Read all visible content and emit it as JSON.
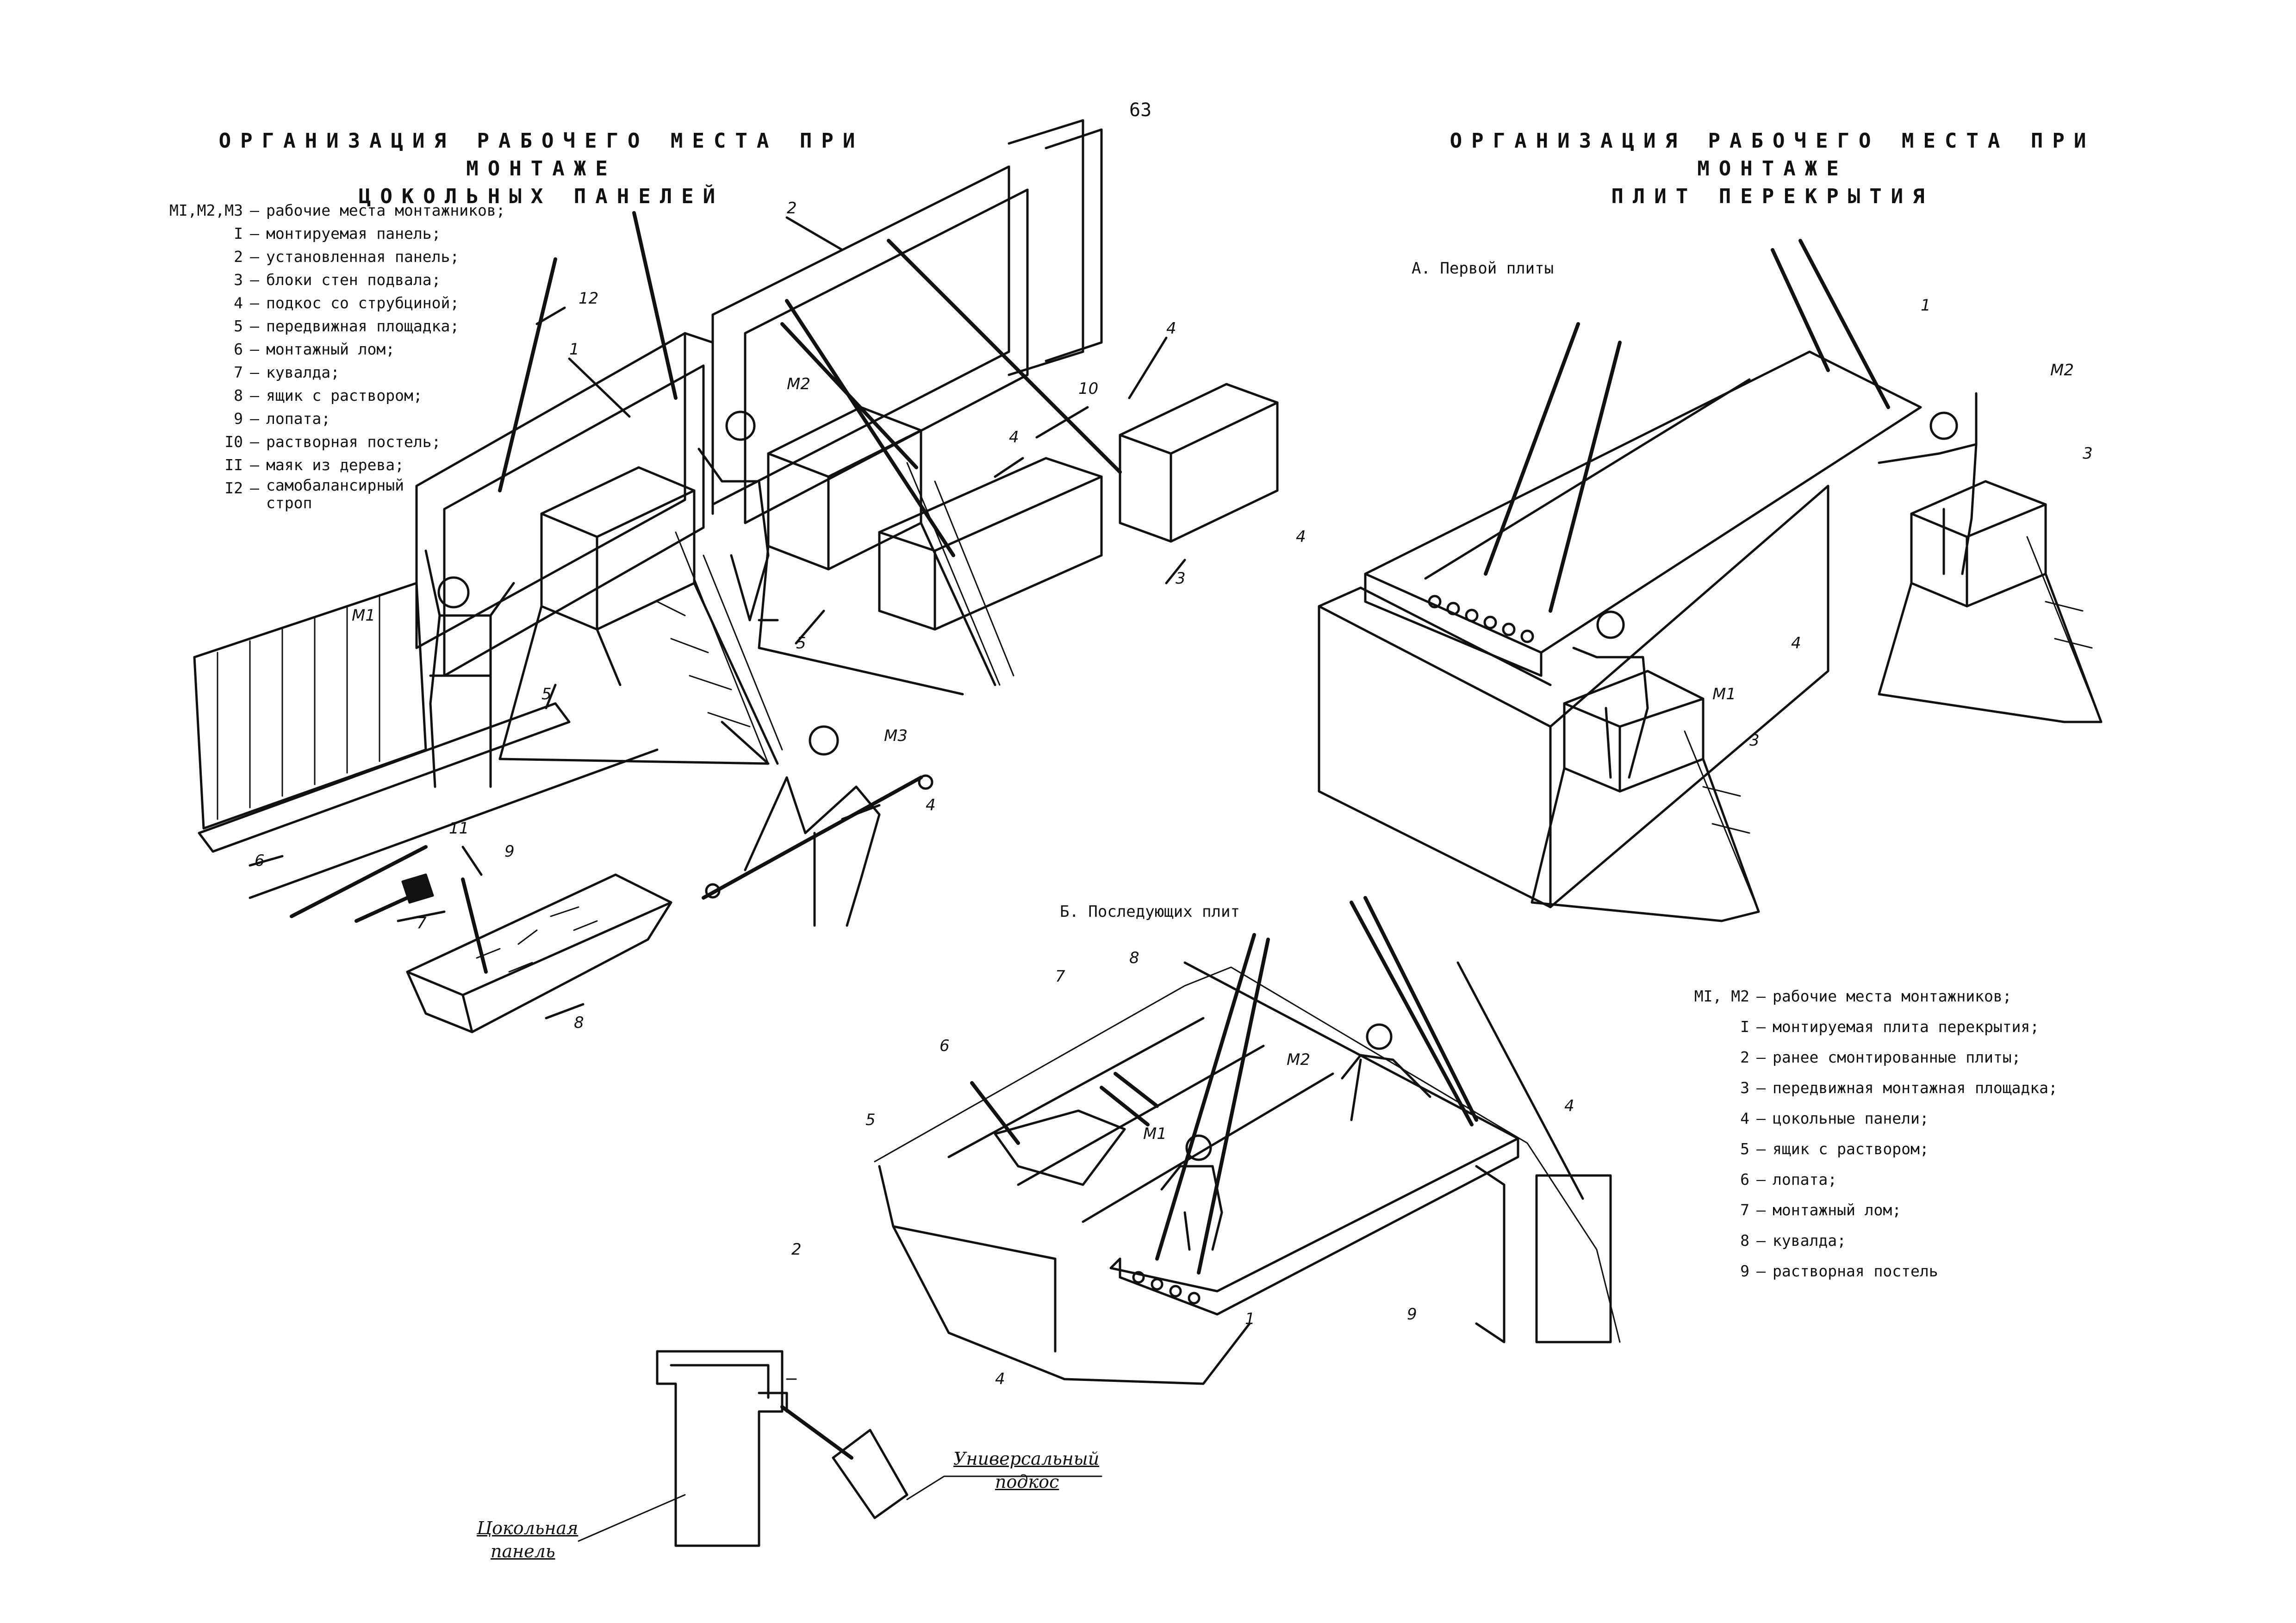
{
  "page_number": "63",
  "left": {
    "title_line1": "ОРГАНИЗАЦИЯ РАБОЧЕГО МЕСТА ПРИ МОНТАЖЕ",
    "title_line2": "ЦОКОЛЬНЫХ ПАНЕЛЕЙ",
    "legend": [
      {
        "code": "МI,М2,М3",
        "text": "рабочие места монтажников;"
      },
      {
        "code": "I",
        "text": "монтируемая панель;"
      },
      {
        "code": "2",
        "text": "установленная панель;"
      },
      {
        "code": "3",
        "text": "блоки стен подвала;"
      },
      {
        "code": "4",
        "text": "подкос со струбциной;"
      },
      {
        "code": "5",
        "text": "передвижная площадка;"
      },
      {
        "code": "6",
        "text": "монтажный лом;"
      },
      {
        "code": "7",
        "text": "кувалда;"
      },
      {
        "code": "8",
        "text": "ящик с раствором;"
      },
      {
        "code": "9",
        "text": "лопата;"
      },
      {
        "code": "I0",
        "text": "растворная постель;"
      },
      {
        "code": "II",
        "text": "маяк из дерева;"
      },
      {
        "code": "I2",
        "text": "самобалансирный строп"
      }
    ],
    "callouts": {
      "c1": "1",
      "c2": "2",
      "c3": "3",
      "c4a": "4",
      "c4b": "4",
      "c4c": "4",
      "c5a": "5",
      "c5b": "5",
      "c6": "6",
      "c7": "7",
      "c8": "8",
      "c9": "9",
      "c10": "10",
      "c11": "11",
      "c12": "12",
      "m1": "M1",
      "m2": "M2",
      "m3": "M3"
    }
  },
  "right": {
    "title_line1": "ОРГАНИЗАЦИЯ РАБОЧЕГО МЕСТА ПРИ МОНТАЖЕ",
    "title_line2": "ПЛИТ ПЕРЕКРЫТИЯ",
    "subtitle_a": "А. Первой плиты",
    "legend": [
      {
        "code": "МI, М2",
        "text": "рабочие места монтажников;"
      },
      {
        "code": "I",
        "text": "монтируемая плита перекрытия;"
      },
      {
        "code": "2",
        "text": "ранее смонтированные плиты;"
      },
      {
        "code": "3",
        "text": "передвижная монтажная площадка;"
      },
      {
        "code": "4",
        "text": "цокольные панели;"
      },
      {
        "code": "5",
        "text": "ящик с раствором;"
      },
      {
        "code": "6",
        "text": "лопата;"
      },
      {
        "code": "7",
        "text": "монтажный лом;"
      },
      {
        "code": "8",
        "text": "кувалда;"
      },
      {
        "code": "9",
        "text": "растворная постель"
      }
    ],
    "callouts": {
      "c1": "1",
      "c3a": "3",
      "c3b": "3",
      "c4a": "4",
      "c4b": "4",
      "m1": "M1",
      "m2": "M2"
    }
  },
  "bottom": {
    "subtitle_b": "Б. Последующих плит",
    "callouts": {
      "c1": "1",
      "c2": "2",
      "c4a": "4",
      "c4b": "4",
      "c5": "5",
      "c6": "6",
      "c7": "7",
      "c8": "8",
      "c9": "9",
      "m1": "M1",
      "m2": "M2"
    },
    "detail_label_1": "Универсальный",
    "detail_label_2": "подкос",
    "detail_label_3": "Цокольная",
    "detail_label_4": "панель"
  }
}
